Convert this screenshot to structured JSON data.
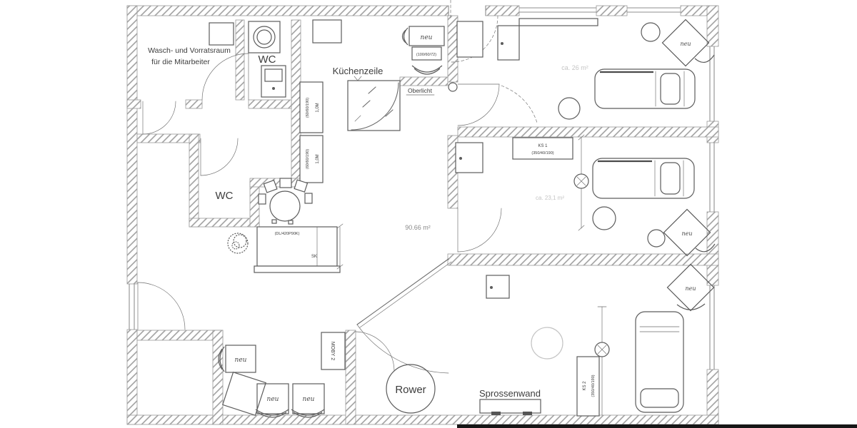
{
  "plan": {
    "colors": {
      "ink": "#5c5c5c",
      "wall_hatch": "#9a9a9a",
      "faint_note": "#c5c5c5",
      "label": "#3d3d3d",
      "bottom_bar": "#161616"
    },
    "rooms": {
      "wash_storage_line1": "Wasch- und Vorratsraum",
      "wash_storage_line2": "für die Mitarbeiter",
      "wc_staff": "WC",
      "kitchen": "Küchenzeile",
      "skylight": "Oberlicht",
      "wc_main": "WC",
      "total_area": "90.66 m²"
    },
    "furniture": {
      "new_marker": "neu",
      "rowing_machine": "Rower",
      "wall_bars": "Sprossenwand",
      "cabinet_moby": "MOBY 2",
      "cabinet_ks1_name": "KS 1",
      "cabinet_ks1_dim": "(350/40/190)",
      "cabinet_ks2_name": "KS 2",
      "cabinet_ks2_dim": "(350/40/190)",
      "kitchen_cabinet_size": "1,0M",
      "kitchen_cabinet_dim": "(60/60/190)",
      "side_table_dim": "(100/60/72)",
      "desk_dim": "(DL/420P90K)",
      "desk_mark": "SK"
    },
    "annotations": {
      "area_note_room1": "ca. 26 m²",
      "area_note_room2": "ca. 23,1 m²"
    }
  }
}
